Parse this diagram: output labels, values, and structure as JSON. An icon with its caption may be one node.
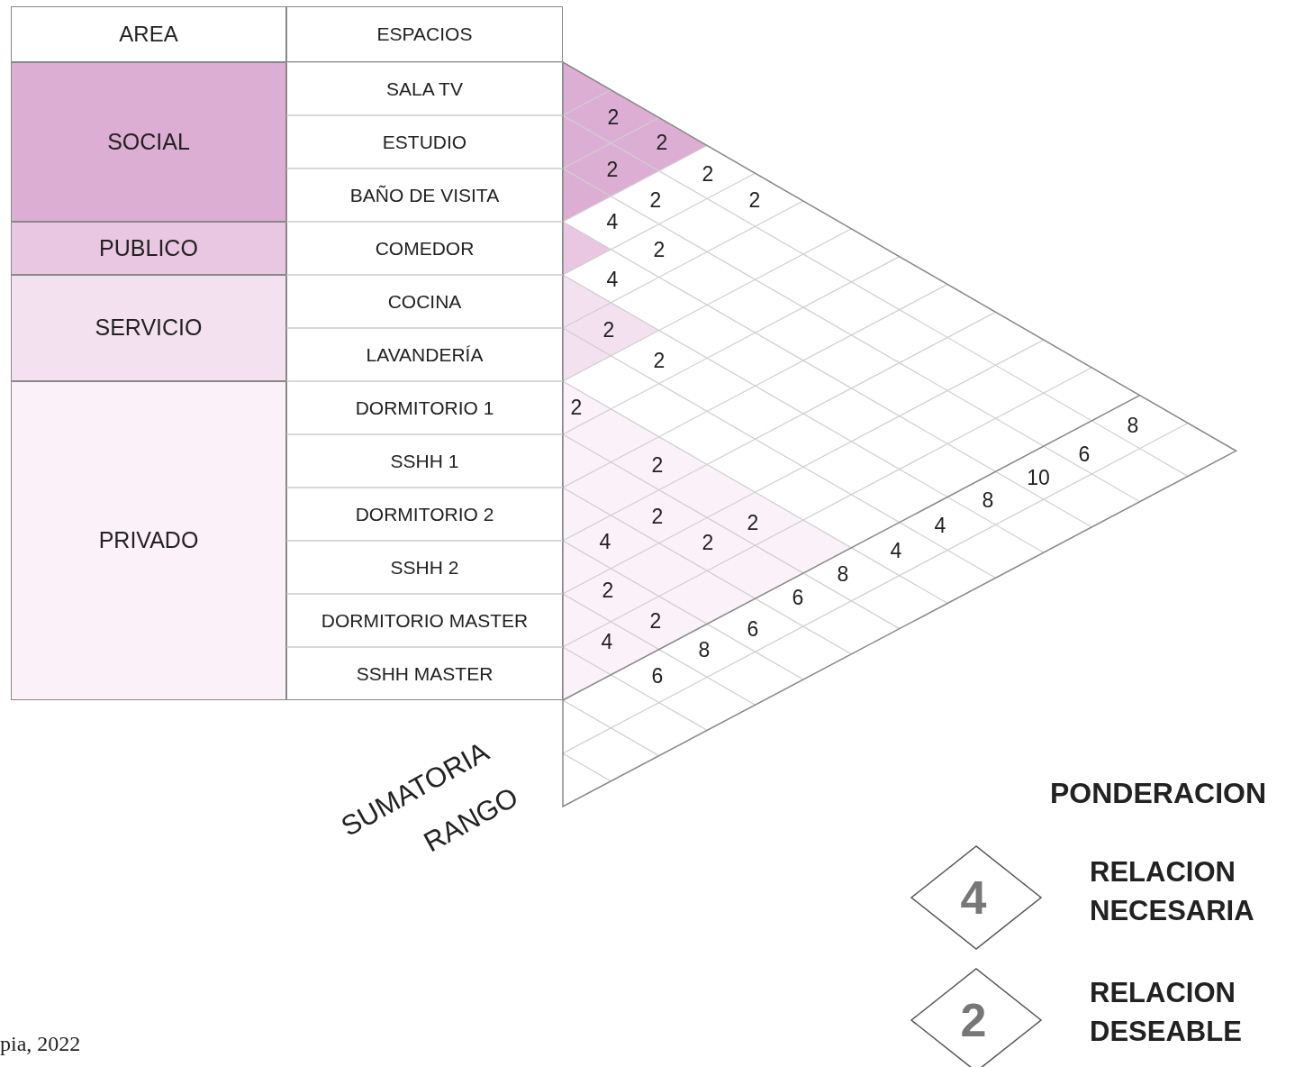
{
  "diagram": {
    "caption": "pia, 2022",
    "labels": [
      "AREA",
      "ESPACIOS",
      "SOCIAL",
      "SALA TV",
      "ESTUDIO",
      "BAÑO DE VISITA",
      "PUBLICO",
      "COMEDOR",
      "SERVICIO",
      "COCINA",
      "LAVANDERÍA",
      "PRIVADO",
      "DORMITORIO 1",
      "SSHH 1",
      "DORMITORIO 2",
      "SSHH 2",
      "DORMITORIO MASTER",
      "SSHH MASTER",
      "2",
      "2",
      "2",
      "2",
      "2",
      "2",
      "4",
      "2",
      "4",
      "2",
      "2",
      "2",
      "8",
      "6",
      "2",
      "10",
      "8",
      "2",
      "2",
      "4",
      "4",
      "2",
      "4",
      "8",
      "2",
      "6",
      "2",
      "6",
      "4",
      "8",
      "6",
      "SUMATORIA",
      "RANGO",
      "PONDERACION",
      "4",
      "2"
    ],
    "legend": [
      {
        "text": "RELACION NECESARIA"
      },
      {
        "text": "RELACION DESEABLE"
      }
    ]
  }
}
